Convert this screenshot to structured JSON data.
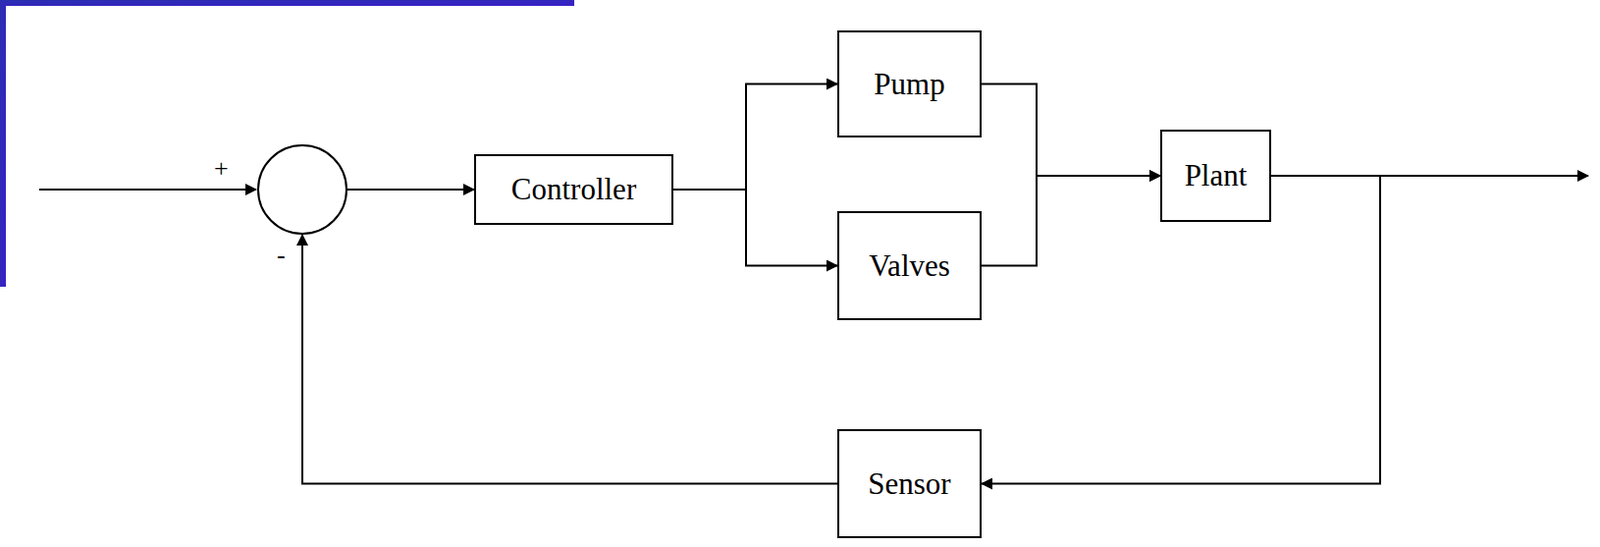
{
  "diagram": {
    "nodes": [
      {
        "text": [
          "+",
          "-"
        ]
      },
      {
        "text": [
          "Controller"
        ]
      },
      {
        "text": [
          "Pump"
        ]
      },
      {
        "text": [
          "Valves"
        ]
      },
      {
        "text": [
          "Plant"
        ]
      },
      {
        "text": [
          "Sensor"
        ]
      }
    ],
    "edges": [
      {
        "from": 0,
        "to": 1,
        "arrow": "to"
      },
      {
        "from": 1,
        "to": 2,
        "arrow": "to"
      },
      {
        "from": 1,
        "to": 3,
        "arrow": "to"
      },
      {
        "from": 2,
        "to": 4,
        "arrow": "to"
      },
      {
        "from": 3,
        "to": 4,
        "arrow": "to"
      },
      {
        "from": 4,
        "to": 5,
        "arrow": "to"
      },
      {
        "from": 5,
        "to": 0,
        "arrow": "to"
      }
    ]
  }
}
